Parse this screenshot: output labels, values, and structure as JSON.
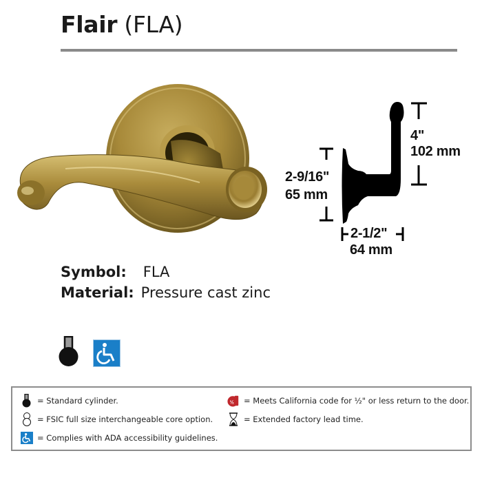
{
  "header": {
    "product_name": "Flair",
    "product_code": "(FLA)"
  },
  "dimensions": {
    "lever_height_in": "4\"",
    "lever_height_mm": "102 mm",
    "rose_diameter_in": "2-9/16\"",
    "rose_diameter_mm": "65 mm",
    "projection_in": "2-1/2\"",
    "projection_mm": "64 mm"
  },
  "specs": [
    {
      "label": "Symbol:",
      "value": "FLA"
    },
    {
      "label": "Material:",
      "value": "Pressure cast zinc"
    }
  ],
  "feature_icons": [
    {
      "icon": "standard-cylinder-icon"
    },
    {
      "icon": "ada-accessible-icon"
    }
  ],
  "legend": {
    "items": [
      {
        "icon": "standard-cylinder-icon",
        "text": "= Standard cylinder."
      },
      {
        "icon": "fsic-core-icon",
        "text": "= FSIC full size interchangeable core option."
      },
      {
        "icon": "ada-accessible-icon",
        "text": "= Complies with ADA accessibility guidelines."
      },
      {
        "icon": "california-code-icon",
        "text": "= Meets California code for ½\" or less return to the door."
      },
      {
        "icon": "hourglass-icon",
        "text": "= Extended factory lead time."
      }
    ]
  },
  "colors": {
    "brass": "#a88a3a",
    "ada_blue": "#1a7fc8",
    "california_red": "#c0282d",
    "rule_gray": "#8a8a8a"
  }
}
